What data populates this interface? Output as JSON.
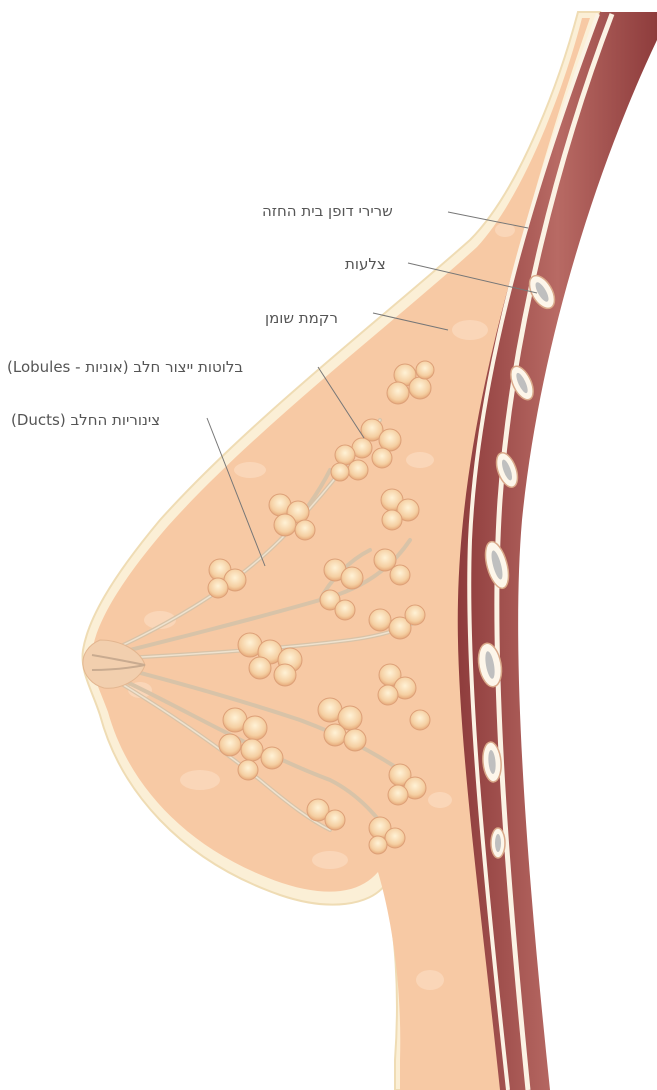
{
  "labels": {
    "chest_muscle": "שרירי דופן בית החזה",
    "ribs": "צלעות",
    "fatty_tissue": "רקמת שומן",
    "lobules": "בלוטות ייצור חלב (אוניות - Lobules)",
    "ducts": "צינוריות החלב (Ducts)"
  },
  "colors": {
    "skin_outline": "#f8e9c8",
    "breast_tissue": "#f7c49e",
    "muscle": "#a8504f",
    "rib": "#fdf5ea",
    "lobule": "#f1bf90",
    "duct": "#d9c2a6",
    "leader_line": "#777777",
    "label_text": "#555555"
  }
}
